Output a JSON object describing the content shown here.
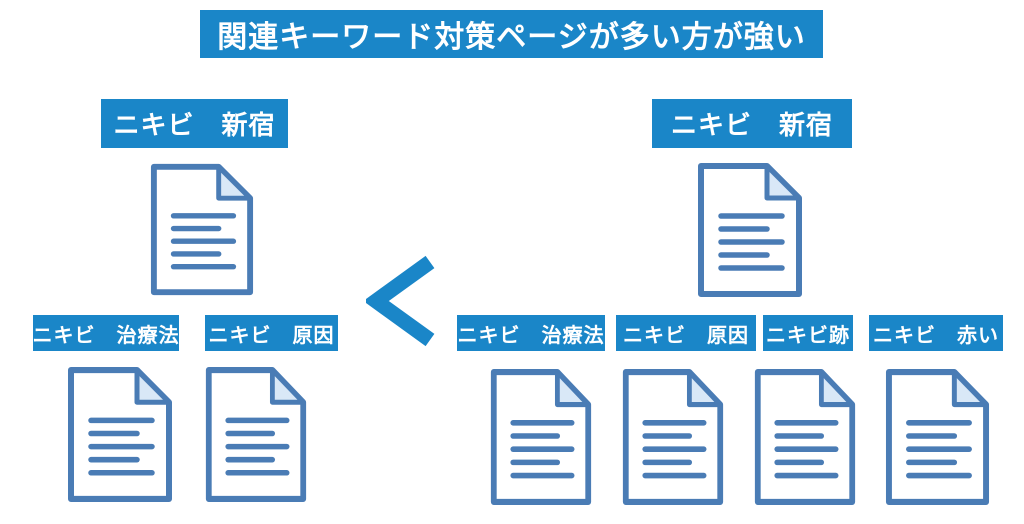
{
  "title": {
    "text": "関連キーワード対策ページが多い方が強い"
  },
  "comparison": {
    "symbol": "<",
    "meaning": "less-than"
  },
  "left_site": {
    "main_keyword": "ニキビ　新宿",
    "sub_keywords": [
      "ニキビ　治療法",
      "ニキビ　原因"
    ],
    "page_count": 3
  },
  "right_site": {
    "main_keyword": "ニキビ　新宿",
    "sub_keywords": [
      "ニキビ　治療法",
      "ニキビ　原因",
      "ニキビ跡",
      "ニキビ　赤い"
    ],
    "page_count": 5
  },
  "icons": {
    "page": "document-icon",
    "comparison": "less-than-icon"
  },
  "colors": {
    "accent": "#1a86c8",
    "text_on_accent": "#ffffff",
    "doc_outline": "#4a7cb5",
    "doc_fold": "#d9e8f7",
    "background": "#ffffff"
  }
}
